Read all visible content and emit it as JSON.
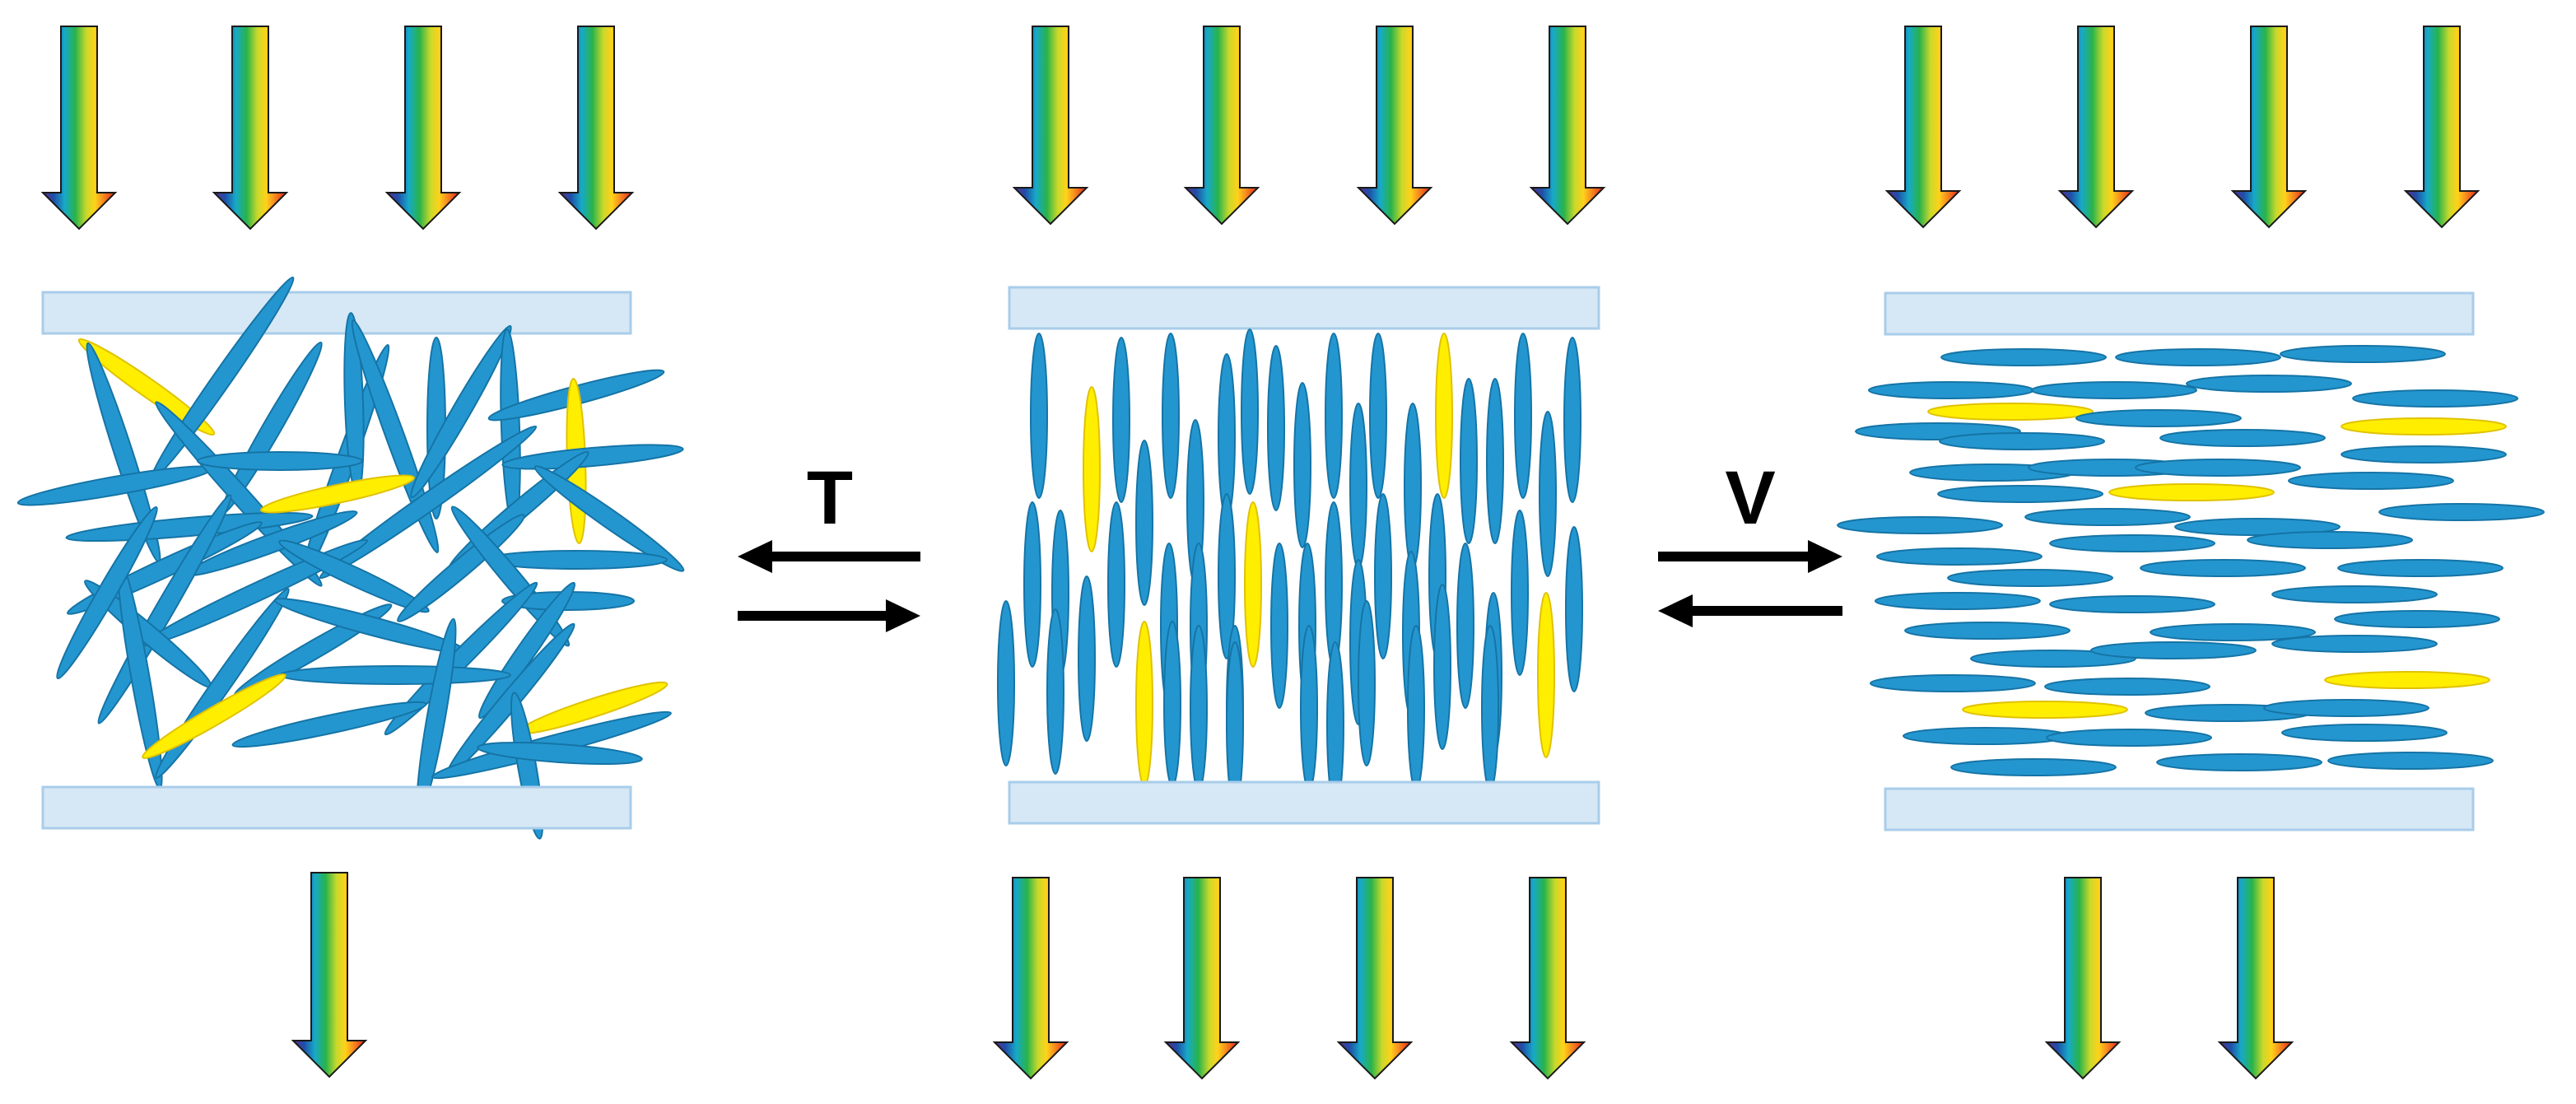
{
  "colors": {
    "background": "#ffffff",
    "plate_fill": "#d6e8f5",
    "plate_stroke": "#a9cdea",
    "molecule_blue": "#2496cf",
    "molecule_blue_stroke": "#1574a6",
    "molecule_yellow": "#ffee00",
    "molecule_yellow_stroke": "#e0c200",
    "process_arrow": "#000000",
    "light_arrow_gradient": [
      "#5b2d8e",
      "#1f4ea8",
      "#17a9c8",
      "#28b34a",
      "#c9d92b",
      "#ffd21a",
      "#f47a1f",
      "#e2231a"
    ]
  },
  "icons": {
    "incident_light": "rainbow-down-arrow-icon",
    "transmitted_light": "rainbow-down-arrow-icon",
    "forward_process": "right-arrow-icon",
    "reverse_process": "left-arrow-icon"
  },
  "panels": [
    {
      "id": "isotropic",
      "state": "random orientation",
      "incident_arrows": 4,
      "transmitted_arrows": 1
    },
    {
      "id": "vertical",
      "state": "vertical alignment",
      "incident_arrows": 4,
      "transmitted_arrows": 4
    },
    {
      "id": "horizontal",
      "state": "horizontal alignment",
      "incident_arrows": 4,
      "transmitted_arrows": 2
    }
  ],
  "transitions": [
    {
      "label": "T",
      "between": [
        "isotropic",
        "vertical"
      ]
    },
    {
      "label": "V",
      "between": [
        "vertical",
        "horizontal"
      ]
    }
  ]
}
